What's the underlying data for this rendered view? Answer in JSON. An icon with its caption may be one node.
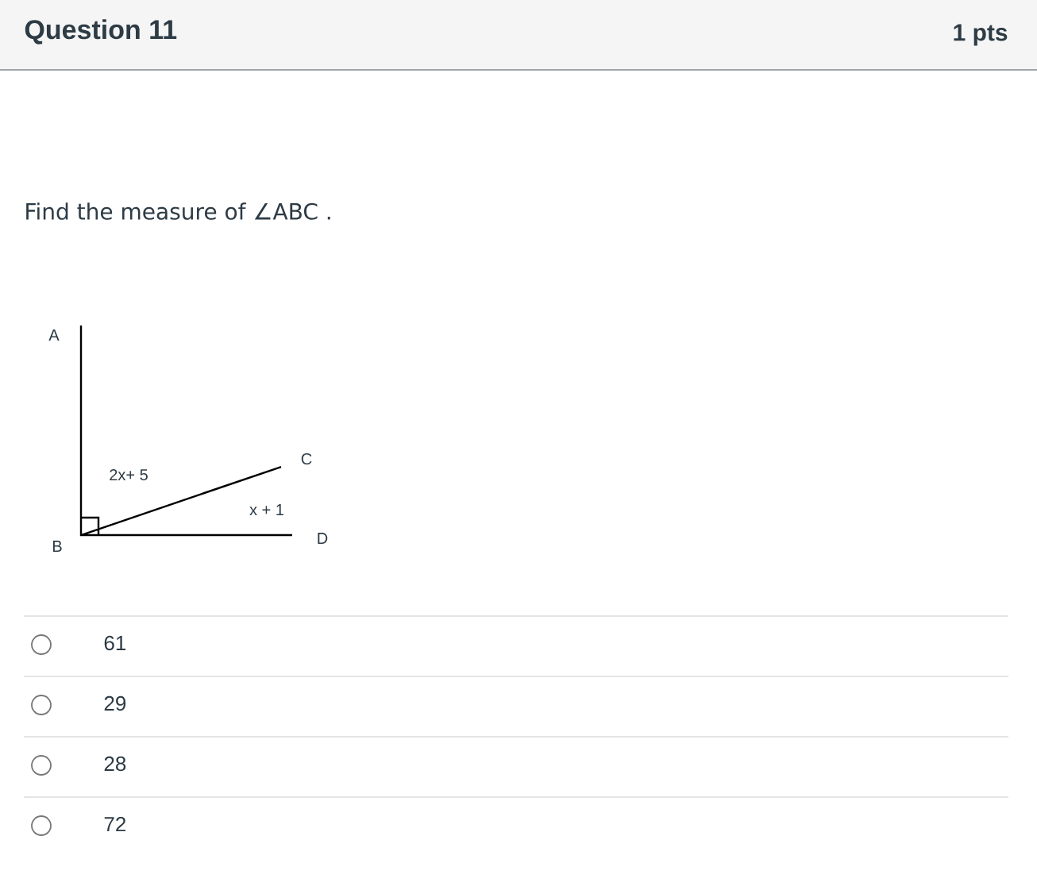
{
  "diagram": {
    "title": "Question 11",
    "labels": [
      "1 pts",
      "Find the measure of ∠ABC .",
      "A",
      "2x+ 5",
      "C",
      "x + 1",
      "B",
      "D",
      "61",
      "29",
      "28",
      "72"
    ]
  }
}
